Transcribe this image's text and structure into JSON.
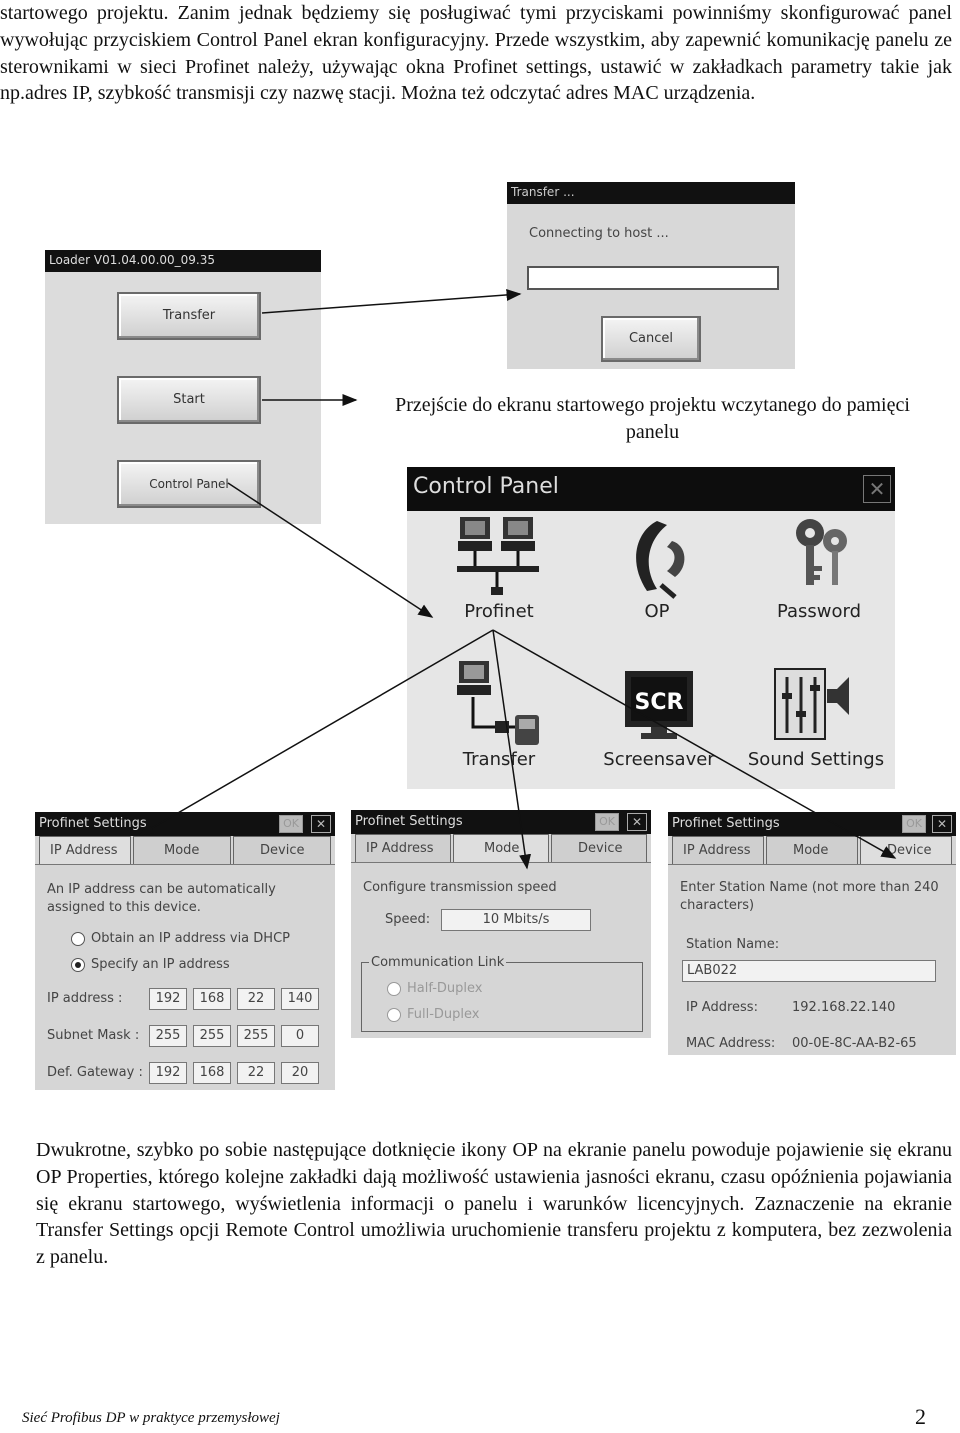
{
  "intro_text": "startowego projektu. Zanim jednak będziemy się posługiwać tymi przyciskami powinniśmy skonfigurować panel wywołując przyciskiem Control Panel ekran konfiguracyjny. Przede wszystkim, aby zapewnić komunikację panelu ze sterownikami w sieci Profinet należy, używając okna Profinet settings, ustawić w zakładkach parametry takie jak np.adres IP, szybkość transmisji czy nazwę stacji. Można też odczytać adres MAC urządzenia.",
  "loader": {
    "title": "Loader V01.04.00.00_09.35",
    "buttons": [
      "Transfer",
      "Start",
      "Control Panel"
    ]
  },
  "transfer": {
    "title": "Transfer ...",
    "status": "Connecting to host ...",
    "cancel": "Cancel"
  },
  "caption": "Przejście do ekranu startowego projektu wczytanego do pamięci panelu",
  "control_panel": {
    "title": "Control Panel",
    "icons": [
      "Profinet",
      "OP",
      "Password",
      "Transfer",
      "Screensaver",
      "Sound Settings"
    ]
  },
  "profinet": {
    "title": "Profinet Settings",
    "ok": "OK",
    "tabs": [
      "IP Address",
      "Mode",
      "Device"
    ],
    "ip": {
      "desc_line1": "An IP address can be automatically",
      "desc_line2": "assigned to this device.",
      "radio_dhcp": "Obtain an IP address via DHCP",
      "radio_specify": "Specify an IP address",
      "ip_label": "IP address :",
      "mask_label": "Subnet Mask :",
      "gw_label": "Def. Gateway :",
      "ip": [
        "192",
        "168",
        "22",
        "140"
      ],
      "mask": [
        "255",
        "255",
        "255",
        "0"
      ],
      "gw": [
        "192",
        "168",
        "22",
        "20"
      ]
    },
    "mode": {
      "desc": "Configure transmission speed",
      "speed_label": "Speed:",
      "speed_value": "10 Mbits/s",
      "group": "Communication Link",
      "half": "Half-Duplex",
      "full": "Full-Duplex"
    },
    "device": {
      "desc_line1": "Enter Station Name (not more than 240",
      "desc_line2": "characters)",
      "station_label": "Station Name:",
      "station_value": "LAB022",
      "ip_label": "IP Address:",
      "ip_value": "192.168.22.140",
      "mac_label": "MAC Address:",
      "mac_value": "00-0E-8C-AA-B2-65"
    }
  },
  "outro_text": "Dwukrotne, szybko po sobie następujące dotknięcie ikony OP na ekranie panelu powoduje pojawienie się ekranu OP Properties, którego kolejne zakładki dają możliwość ustawienia jasności ekranu, czasu opóźnienia pojawiania się ekranu startowego, wyświetlenia informacji o panelu i warunków licencyjnych. Zaznaczenie na ekranie Transfer Settings opcji Remote Control umożliwia uruchomienie transferu projektu z komputera, bez zezwolenia z panelu.",
  "footer": {
    "title": "Sieć Profibus DP w praktyce przemysłowej",
    "page": "2"
  }
}
